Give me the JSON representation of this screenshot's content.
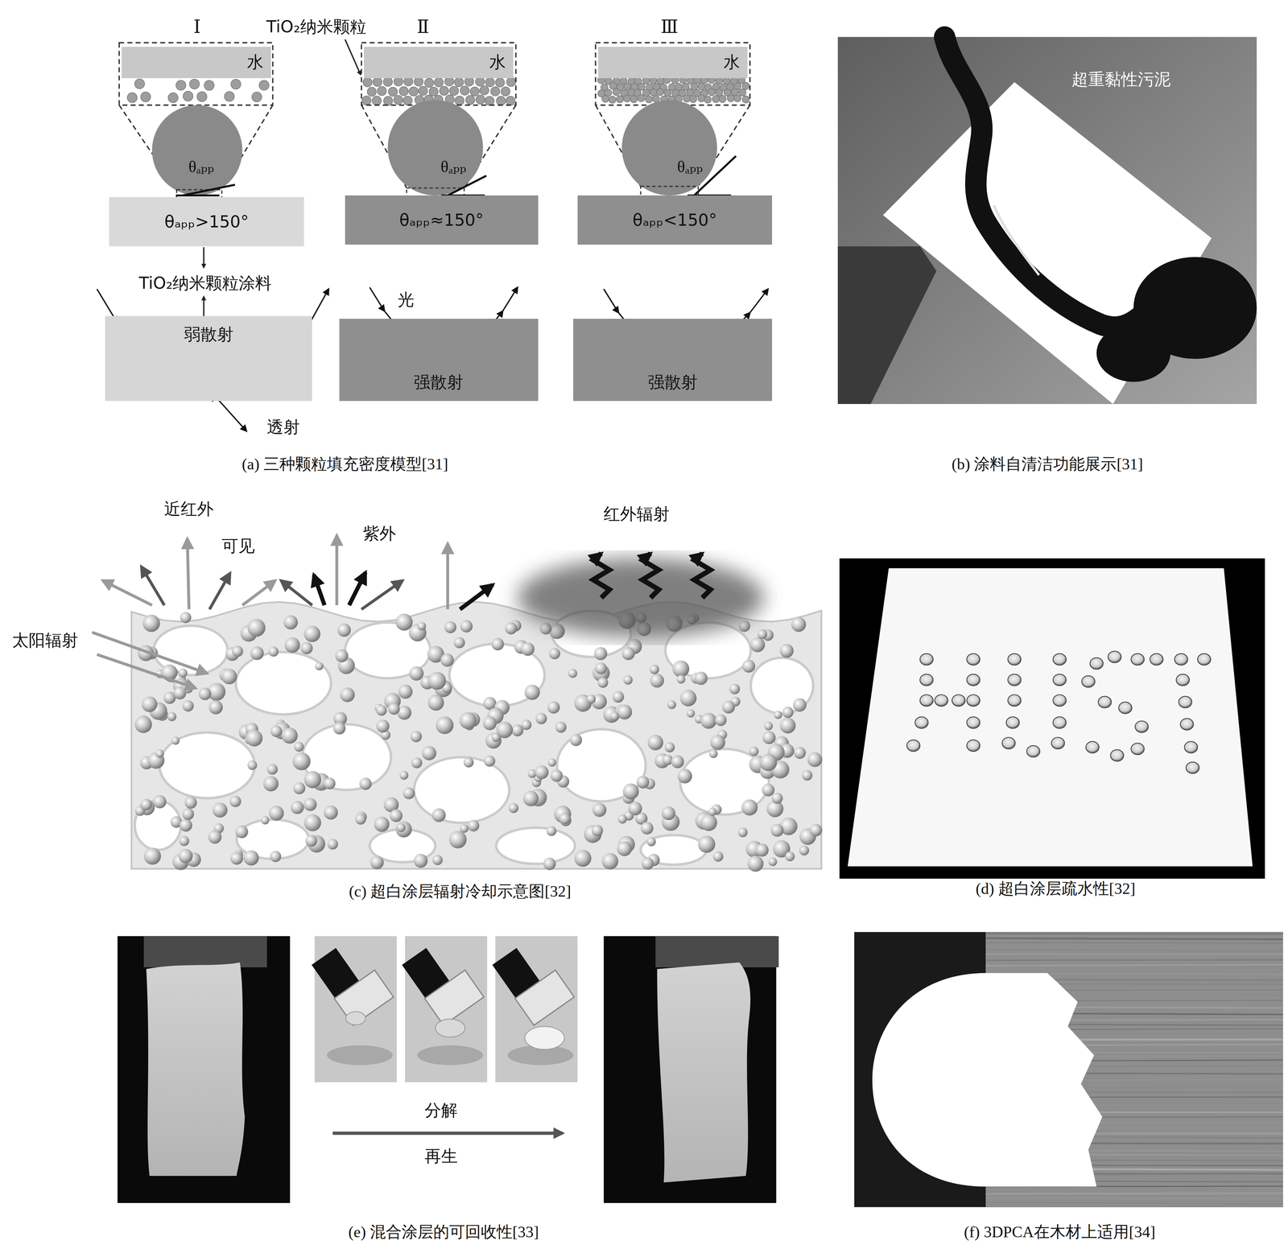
{
  "diagram": {
    "nodes": [
      {
        "text": [
          "水"
        ]
      },
      {
        "text": [
          "水"
        ]
      },
      {
        "text": [
          "水"
        ]
      },
      {
        "text": [
          "θₐₚₚ>150°"
        ]
      },
      {
        "text": [
          "θₐₚₚ≈150°"
        ]
      },
      {
        "text": [
          "θₐₚₚ<150°"
        ]
      },
      {
        "text": [
          "弱散射"
        ]
      },
      {
        "text": [
          "强散射"
        ]
      },
      {
        "text": [
          "强散射"
        ]
      }
    ],
    "labels": [
      "Ⅰ",
      "TiO₂纳米颗粒",
      "Ⅱ",
      "Ⅲ",
      "θₐₚₚ",
      "θₐₚₚ",
      "θₐₚₚ",
      "TiO₂纳米颗粒涂料",
      "光",
      "透射",
      "(a) 三种颗粒填充密度模型[31]",
      "超重黏性污泥",
      "(b) 涂料自清洁功能展示[31]",
      "近红外",
      "可见",
      "紫外",
      "红外辐射",
      "太阳辐射",
      "(c) 超白涂层辐射冷却示意图[32]",
      "(d) 超白涂层疏水性[32]",
      "分解",
      "再生",
      "(e) 混合涂层的可回收性[33]",
      "(f) 3DPCA在木材上适用[34]"
    ]
  }
}
